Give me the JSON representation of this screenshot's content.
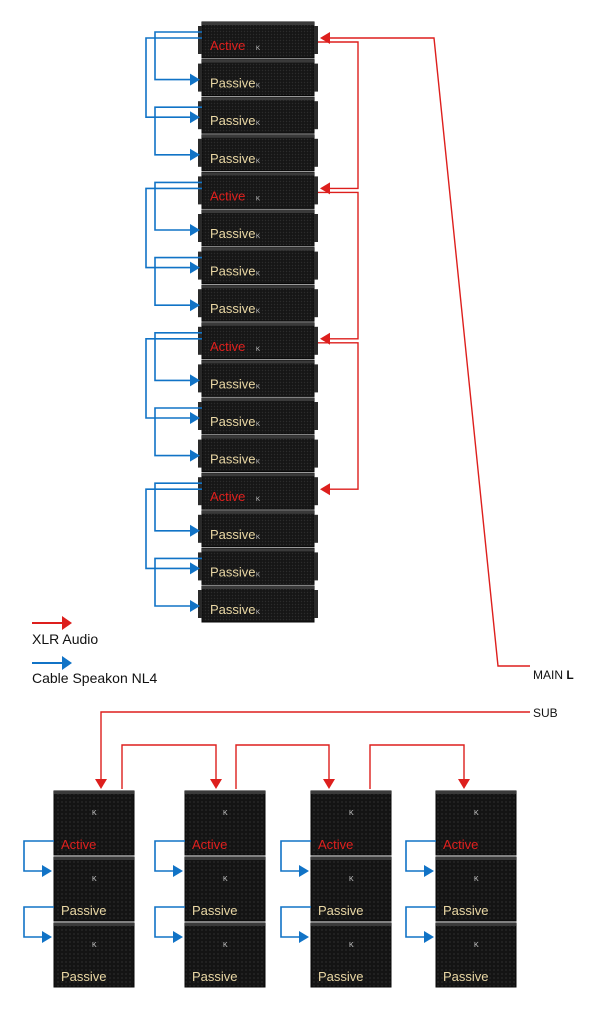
{
  "colors": {
    "xlr": "#dd1f1d",
    "speakon": "#1173c6",
    "active_label": "#e0201e",
    "passive_label": "#e9d7a4",
    "cabinet": "#141414"
  },
  "line_array": {
    "modules": [
      {
        "label": "Active",
        "kind": "active"
      },
      {
        "label": "Passive",
        "kind": "passive"
      },
      {
        "label": "Passive",
        "kind": "passive"
      },
      {
        "label": "Passive",
        "kind": "passive"
      },
      {
        "label": "Active",
        "kind": "active"
      },
      {
        "label": "Passive",
        "kind": "passive"
      },
      {
        "label": "Passive",
        "kind": "passive"
      },
      {
        "label": "Passive",
        "kind": "passive"
      },
      {
        "label": "Active",
        "kind": "active"
      },
      {
        "label": "Passive",
        "kind": "passive"
      },
      {
        "label": "Passive",
        "kind": "passive"
      },
      {
        "label": "Passive",
        "kind": "passive"
      },
      {
        "label": "Active",
        "kind": "active"
      },
      {
        "label": "Passive",
        "kind": "passive"
      },
      {
        "label": "Passive",
        "kind": "passive"
      },
      {
        "label": "Passive",
        "kind": "passive"
      }
    ]
  },
  "legend": {
    "xlr_label": "XLR Audio",
    "speakon_label": "Cable Speakon NL4"
  },
  "main_input": {
    "prefix": "MAIN ",
    "channel": "L"
  },
  "sub_input": {
    "label": "SUB"
  },
  "subs": {
    "stacks": [
      {
        "labels": [
          "Active",
          "Passive",
          "Passive"
        ]
      },
      {
        "labels": [
          "Active",
          "Passive",
          "Passive"
        ]
      },
      {
        "labels": [
          "Active",
          "Passive",
          "Passive"
        ]
      },
      {
        "labels": [
          "Active",
          "Passive",
          "Passive"
        ]
      }
    ]
  }
}
